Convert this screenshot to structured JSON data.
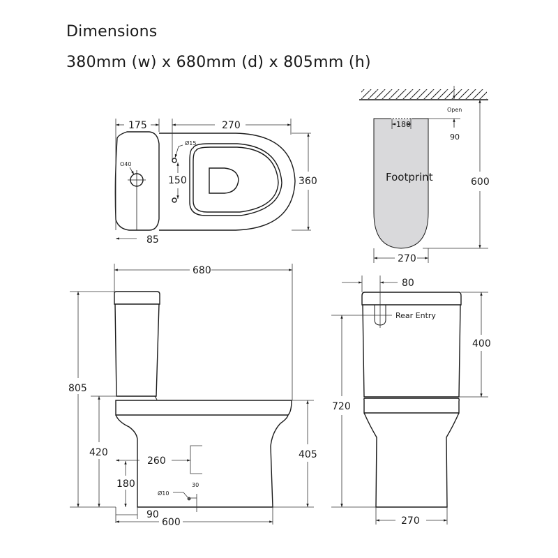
{
  "header": {
    "title": "Dimensions",
    "subtitle": "380mm (w) x 680mm (d) x 805mm (h)"
  },
  "top_view": {
    "tank_depth": "175",
    "bowl_length": "270",
    "width": "360",
    "inlet_spacing": "150",
    "inlet_diameter": "Ø15",
    "tank_hole_diameter": "O40",
    "tank_hole_offset": "85"
  },
  "footprint_view": {
    "label": "Footprint",
    "open_label": "Open",
    "gap_to_wall": "90",
    "rear_width": "180",
    "length": "600",
    "width": "270"
  },
  "side_view": {
    "overall_depth": "680",
    "overall_height": "805",
    "seat_height": "420",
    "bowl_height": "405",
    "outlet_setout": "260",
    "outlet_height": "180",
    "fixing_diameter": "Ø10",
    "fixing_height": "30",
    "base_offset": "90",
    "base_length": "600"
  },
  "front_view": {
    "rear_entry_offset": "80",
    "rear_entry_label": "Rear Entry",
    "rear_entry_height": "720",
    "tank_height": "400",
    "base_width": "270"
  },
  "colors": {
    "line": "#1a1a1a",
    "dim_line": "#333333",
    "footprint_fill": "#d9d9db"
  }
}
